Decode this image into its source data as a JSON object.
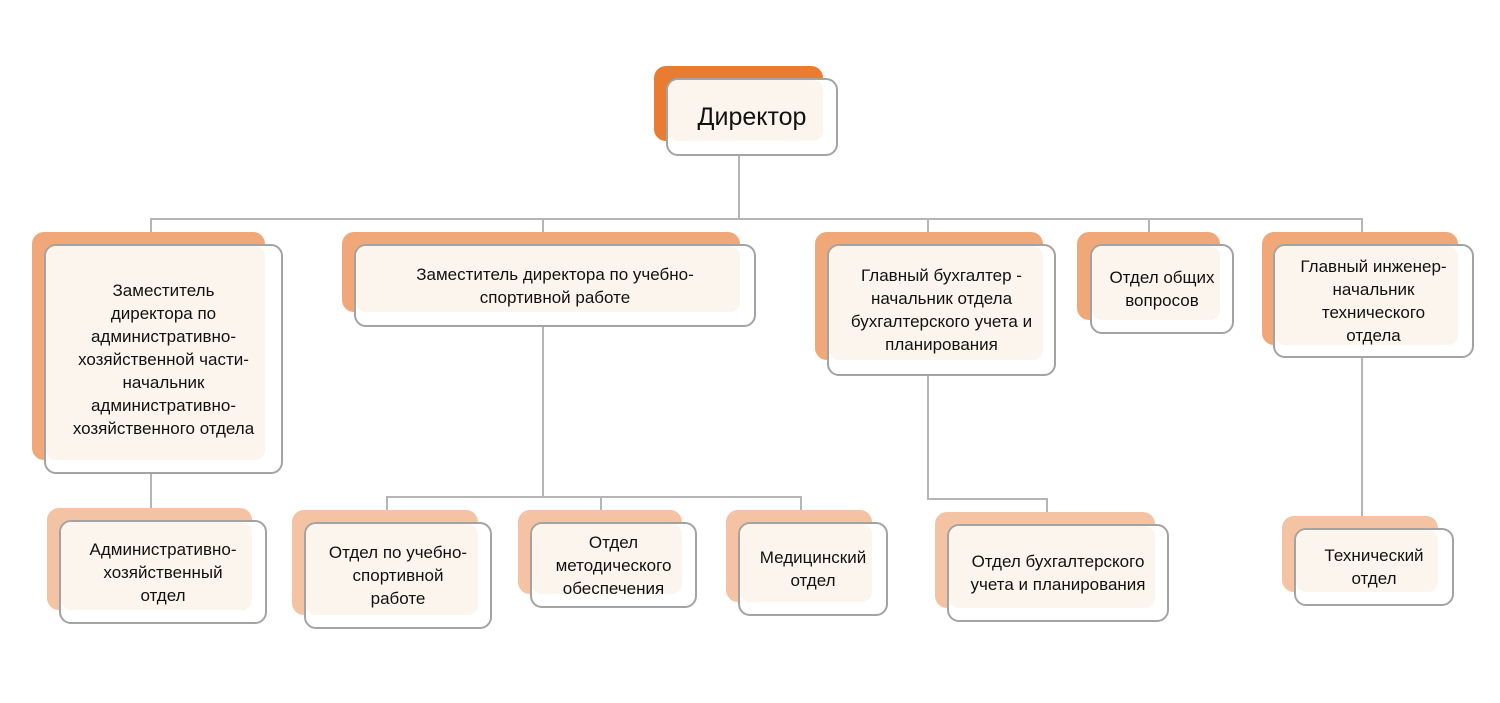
{
  "colors": {
    "director": "#e97c30",
    "level1": "#f0a878",
    "level2": "#f4c3a3",
    "border": "#a3a3a3",
    "line": "#b5b5b5"
  },
  "nodes": {
    "director": "Директор",
    "deputy_admin": "Заместитель\nдиректора по\nадминистративно-\nхозяйственной части-\nначальник\nадминистративно-\nхозяйственного отдела",
    "deputy_sport": "Заместитель директора по учебно-\nспортивной работе",
    "chief_accountant": "Главный бухгалтер -\nначальник отдела\nбухгалтерского учета и\nпланирования",
    "general_dept": "Отдел общих\nвопросов",
    "chief_engineer": "Главный инженер-\nначальник\nтехнического\nотдела",
    "admin_dept": "Административно-\nхозяйственный\nотдел",
    "sport_dept": "Отдел по учебно-\nспортивной\nработе",
    "method_dept": "Отдел\nметодического\nобеспечения",
    "medical_dept": "Медицинский\nотдел",
    "accounting_dept": "Отдел бухгалтерского\nучета и планирования",
    "technical_dept": "Технический\nотдел"
  }
}
